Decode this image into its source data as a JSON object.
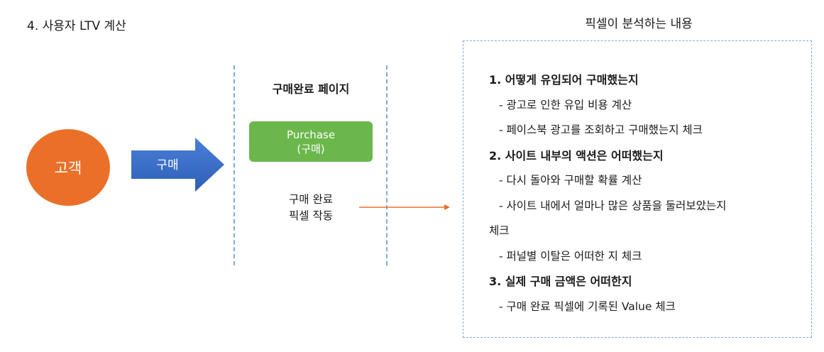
{
  "slide_title": "4. 사용자 LTV 계산",
  "right_title": "픽셀이 분석하는 내용",
  "customer": {
    "label": "고객"
  },
  "arrow": {
    "label": "구매"
  },
  "page_title": "구매완료 페이지",
  "purchase_button": {
    "line1": "Purchase",
    "line2": "(구매)"
  },
  "pixel_text": {
    "line1": "구매 완료",
    "line2": "픽셀 작동"
  },
  "colors": {
    "customer": "#ea7029",
    "arrow": "#3b6fca",
    "button": "#6bb74b",
    "connector": "#ea7029",
    "dashed": "#7fa9d6"
  },
  "analysis": {
    "h1": "1. 어떻게 유입되어 구매했는지",
    "h1_items": [
      "- 광고로 인한 유입 비용 계산",
      "- 페이스북 광고를 조회하고 구매했는지 체크"
    ],
    "h2": "2. 사이트 내부의 액션은 어떠했는지",
    "h2_items": [
      "- 다시 돌아와 구매할 확률 계산",
      "- 사이트 내에서 얼마나 많은 상품을 둘러보았는지",
      "체크",
      "- 퍼널별 이탈은 어떠한 지 체크"
    ],
    "h3": "3. 실제 구매 금액은 어떠한지",
    "h3_items": [
      "- 구매 완료 픽셀에 기록된 Value 체크"
    ]
  }
}
